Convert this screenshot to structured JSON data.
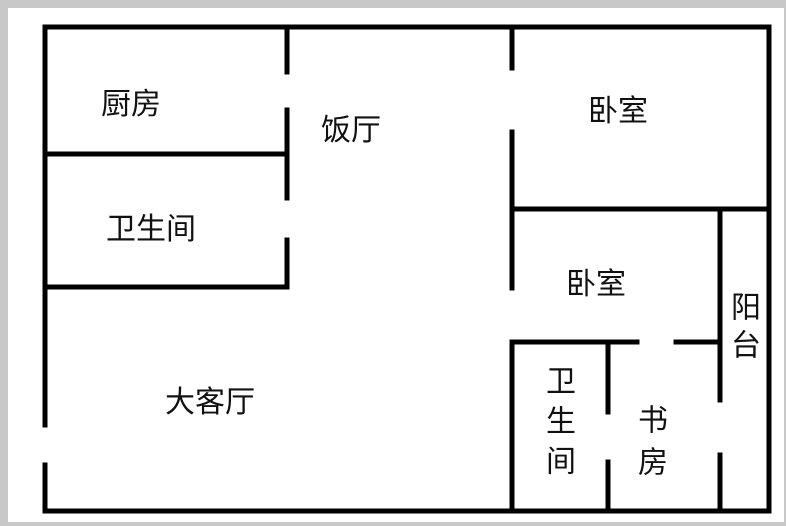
{
  "colors": {
    "page_bg": "#c8c8c8",
    "canvas_bg": "#ffffff",
    "wall": "#000000",
    "label": "#111111"
  },
  "rooms": {
    "kitchen": "厨房",
    "dining": "饭厅",
    "bedroom_top": "卧室",
    "bathroom_left": "卫生间",
    "bedroom_mid": "卧室",
    "balcony": "阳台",
    "living": "大客厅",
    "bathroom_right": "卫生间",
    "study": "书房"
  }
}
